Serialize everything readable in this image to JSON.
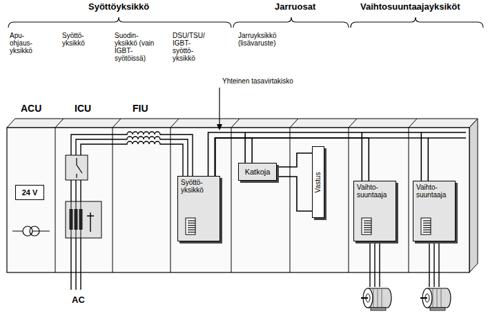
{
  "diagram": {
    "nodes": [
      {
        "text": [
          "24 V"
        ]
      },
      {
        "text": [
          "Syöttö- yksikkö"
        ]
      },
      {
        "text": [
          "Katkoja"
        ]
      },
      {
        "text": [
          "Vastus"
        ]
      },
      {
        "text": [
          "Vaihto- suuntaaja"
        ]
      },
      {
        "text": [
          "Vaihto- suuntaaja"
        ]
      }
    ],
    "edges": [
      {
        "from": 1,
        "to": 2,
        "arrow": "none"
      },
      {
        "from": 1,
        "to": 4,
        "arrow": "none"
      },
      {
        "from": 1,
        "to": 5,
        "arrow": "none"
      },
      {
        "from": 2,
        "to": 3,
        "arrow": "none"
      }
    ],
    "labels": [
      "Syöttöyksikkö",
      "Jarruosat",
      "Vaihtosuuntaajayksiköt",
      "Apu- ohjaus- yksikkö",
      "Syöttö- yksikkö",
      "Suodin- yksikkö (vain IGBT- syötöissä)",
      "DSU/TSU/ IGBT- syöttö- yksikkö",
      "Jarruyksikkö (lisävaruste)",
      "Yhteinen tasavirtakisko",
      "ACU",
      "ICU",
      "FIU",
      "AC"
    ]
  }
}
